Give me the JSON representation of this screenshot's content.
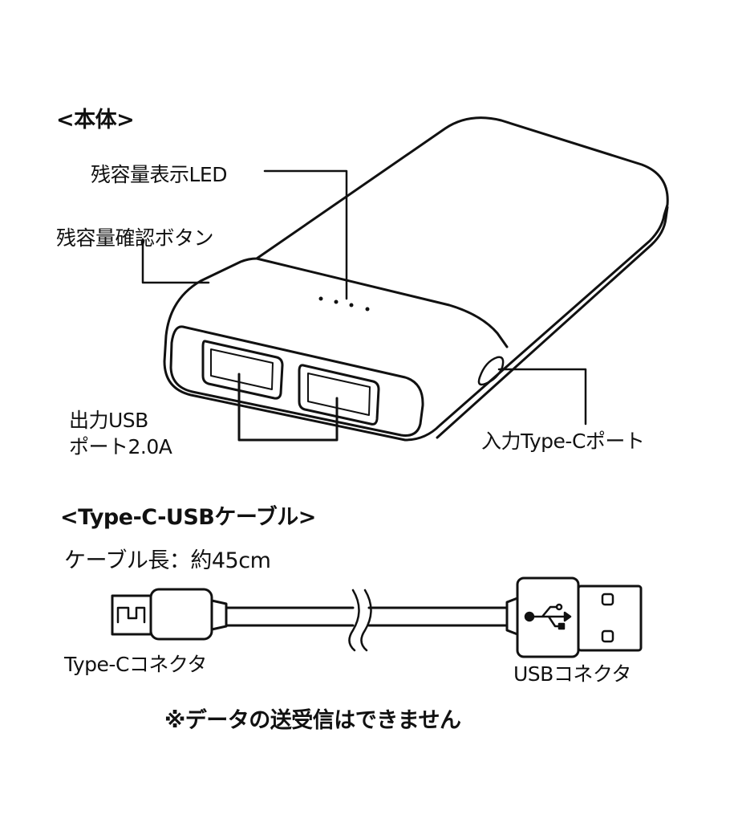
{
  "body_section": {
    "title": "<本体>",
    "led_label": "残容量表示LED",
    "button_label": "残容量確認ボタン",
    "usb_output_label_line1": "出力USB",
    "usb_output_label_line2": "ポート2.0A",
    "typec_input_label": "入力Type-Cポート"
  },
  "cable_section": {
    "title": "<Type-C-USBケーブル>",
    "length_label": "ケーブル長：約45cm",
    "typec_connector_label": "Type-Cコネクタ",
    "usb_connector_label": "USBコネクタ"
  },
  "note": "※データの送受信はできません"
}
